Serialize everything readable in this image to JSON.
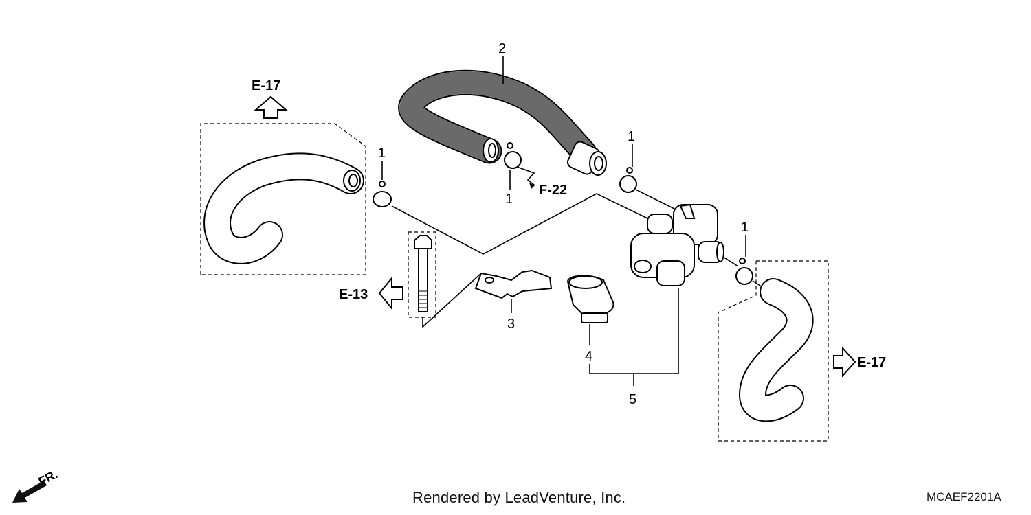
{
  "callouts": {
    "c1a": "1",
    "c1b": "1",
    "c1c": "1",
    "c1d": "1",
    "c2": "2",
    "c3": "3",
    "c4": "4",
    "c5": "5"
  },
  "references": {
    "e17_top": "E-17",
    "e17_right": "E-17",
    "e13": "E-13",
    "f22": "F-22",
    "front": "FR."
  },
  "footer": {
    "credit": "Rendered by LeadVenture, Inc.",
    "diagram_code": "MCAEF2201A"
  }
}
